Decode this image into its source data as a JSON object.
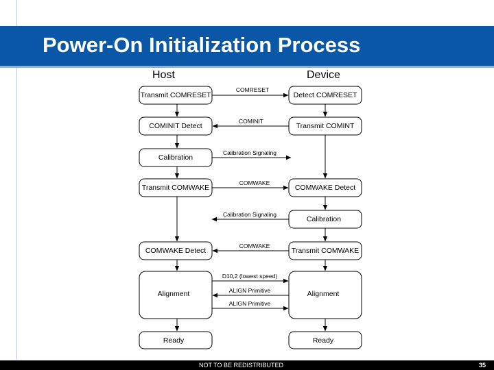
{
  "slide": {
    "title": "Power-On Initialization Process",
    "footer": "NOT TO BE REDISTRIBUTED",
    "page_number": "35"
  },
  "columns": {
    "host": "Host",
    "device": "Device"
  },
  "host_steps": {
    "transmit_comreset": "Transmit COMRESET",
    "cominit_detect": "COMINIT Detect",
    "calibration": "Calibration",
    "transmit_comwake": "Transmit COMWAKE",
    "comwake_detect": "COMWAKE Detect",
    "alignment": "Alignment",
    "ready": "Ready"
  },
  "device_steps": {
    "detect_comreset": "Detect COMRESET",
    "transmit_comint": "Transmit COMINT",
    "comwake_detect": "COMWAKE Detect",
    "calibration": "Calibration",
    "transmit_comwake": "Transmit COMWAKE",
    "alignment": "Alignment",
    "ready": "Ready"
  },
  "signals": {
    "comreset": "COMRESET",
    "cominit": "COMINIT",
    "host_calibration": "Calibration Signaling",
    "comwake_to_device": "COMWAKE",
    "device_calibration": "Calibration Signaling",
    "comwake_to_host": "COMWAKE",
    "d10_2": "D10,2 (lowest speed)",
    "align_1": "ALIGN Primitive",
    "align_2": "ALIGN Primitive"
  },
  "colors": {
    "title_bar": "#0a57a7",
    "title_text": "#ffffff",
    "footer_bar": "#000000"
  }
}
